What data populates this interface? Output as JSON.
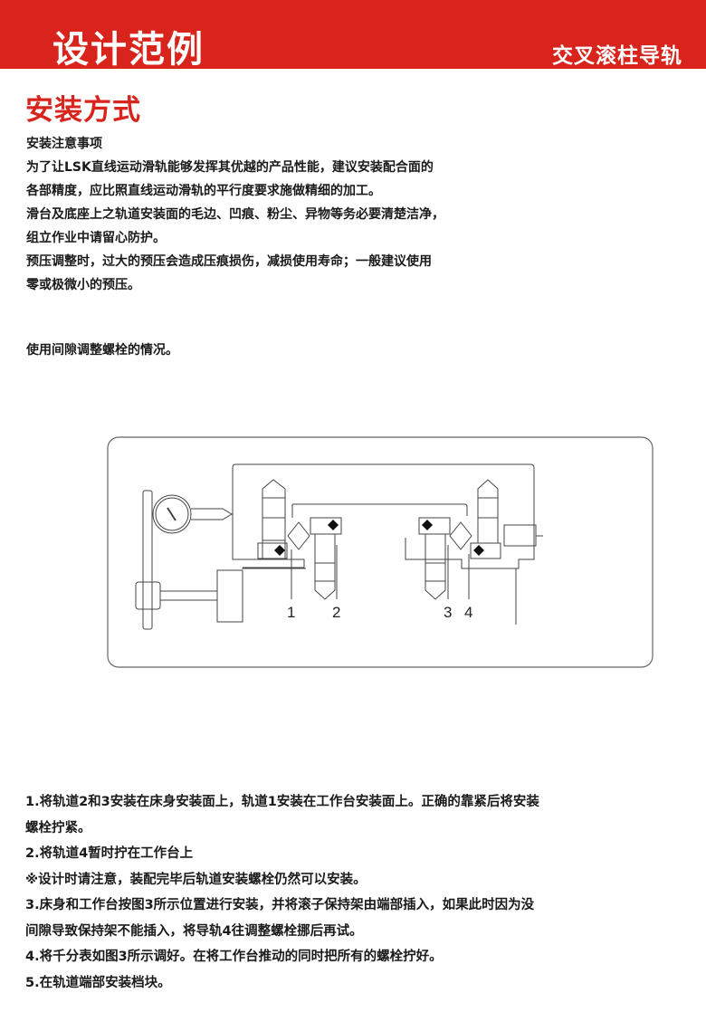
{
  "header": {
    "title": "设计范例",
    "subtitle": "交叉滚柱导轨",
    "color": "#d8241c"
  },
  "section_title": "安装方式",
  "precautions": {
    "heading": "安装注意事项",
    "lines": [
      "为了让LSK直线运动滑轨能够发挥其优越的产品性能，建议安装配合面的",
      "各部精度，应比照直线运动滑轨的平行度要求施做精细的加工。",
      "滑台及底座上之轨道安装面的毛边、凹痕、粉尘、异物等务必要清楚洁净，",
      "组立作业中请留心防护。",
      "预压调整时，过大的预压会造成压痕损伤，减损使用寿命；一般建议使用",
      "零或极微小的预压。"
    ]
  },
  "case_note": "使用间隙调整螺栓的情况。",
  "diagram": {
    "labels": [
      "1",
      "2",
      "3",
      "4"
    ]
  },
  "steps": [
    "1.将轨道2和3安装在床身安装面上，轨道1安装在工作台安装面上。正确的靠紧后将安装",
    "螺栓拧紧。",
    "2.将轨道4暂时拧在工作台上",
    "※设计时请注意，装配完毕后轨道安装螺栓仍然可以安装。",
    "3.床身和工作台按图3所示位置进行安装，并将滚子保持架由端部插入，如果此时因为没",
    "间隙导致保持架不能插入，将导轨4往调整螺栓挪后再试。",
    "4.将千分表如图3所示调好。在将工作台推动的同时把所有的螺栓拧好。",
    "5.在轨道端部安装档块。"
  ]
}
